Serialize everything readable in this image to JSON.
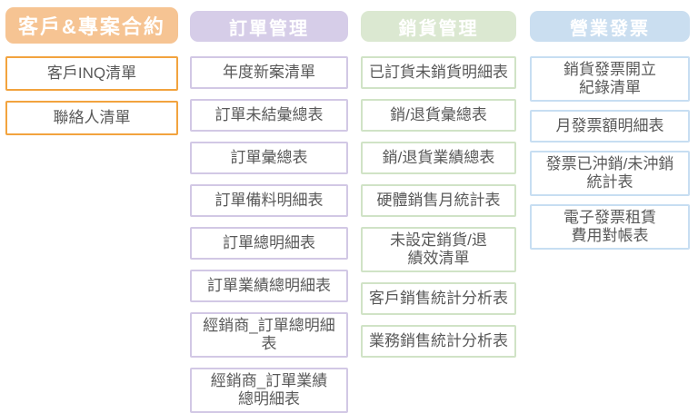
{
  "page": {
    "background": "#ffffff",
    "text_color": "#595959",
    "header_text_color": "#ffffff"
  },
  "columns": [
    {
      "id": "customer-project-contract",
      "title": "客戶&專案合約",
      "header_bg": "#F6C493",
      "item_border": "#F2A33E",
      "items": [
        "客戶INQ清單",
        "聯絡人清單"
      ]
    },
    {
      "id": "order-management",
      "title": "訂單管理",
      "header_bg": "#D6CDE8",
      "item_border": "#D2C8E5",
      "items": [
        "年度新案清單",
        "訂單未結彙總表",
        "訂單彙總表",
        "訂單備料明細表",
        "訂單總明細表",
        "訂單業績總明細表",
        "經銷商_訂單總明細表",
        "經銷商_訂單業績\n總明細表"
      ]
    },
    {
      "id": "sales-management",
      "title": "銷貨管理",
      "header_bg": "#DBE8D1",
      "item_border": "#D0E3C6",
      "items": [
        "已訂貨未銷貨明細表",
        "銷/退貨彙總表",
        "銷/退貨業績總表",
        "硬體銷售月統計表",
        "未設定銷貨/退\n績效清單",
        "客戶銷售統計分析表",
        "業務銷售統計分析表"
      ]
    },
    {
      "id": "business-invoice",
      "title": "營業發票",
      "header_bg": "#CADEF0",
      "item_border": "#C7DEF2",
      "items": [
        "銷貨發票開立\n紀錄清單",
        "月發票額明細表",
        "發票已沖銷/未沖銷\n統計表",
        "電子發票租賃\n費用對帳表"
      ]
    }
  ]
}
